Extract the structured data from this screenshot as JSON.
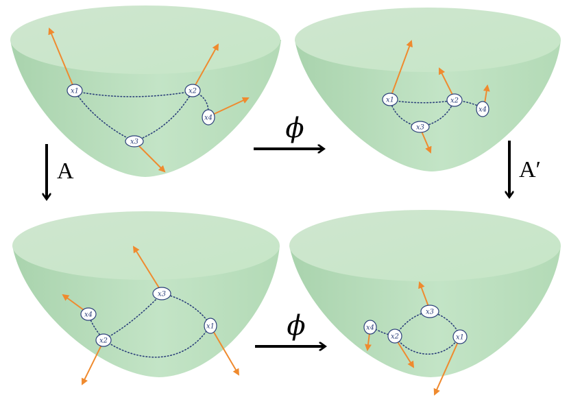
{
  "colors": {
    "cone_rim": "#d7ead6",
    "cone_side_light": "#c3e4c6",
    "cone_side_dark": "#aed6b2",
    "vector": "#ef8a2e",
    "node_stroke": "#2b3f7a",
    "edge": "#2b3f7a",
    "arrow": "#000000"
  },
  "labels": {
    "phi_top": "ϕ",
    "phi_bottom": "ϕ",
    "A_left": "A",
    "A_right": "A′"
  },
  "panels": [
    {
      "id": "top-left",
      "nodes": [
        {
          "id": "x1",
          "label": "x1"
        },
        {
          "id": "x2",
          "label": "x2"
        },
        {
          "id": "x3",
          "label": "x3"
        },
        {
          "id": "x4",
          "label": "x4"
        }
      ]
    },
    {
      "id": "top-right",
      "nodes": [
        {
          "id": "x1",
          "label": "x1"
        },
        {
          "id": "x2",
          "label": "x2"
        },
        {
          "id": "x3",
          "label": "x3"
        },
        {
          "id": "x4",
          "label": "x4"
        }
      ]
    },
    {
      "id": "bottom-left",
      "nodes": [
        {
          "id": "x4",
          "label": "x4"
        },
        {
          "id": "x2",
          "label": "x2"
        },
        {
          "id": "x3",
          "label": "x3"
        },
        {
          "id": "x1",
          "label": "x1"
        }
      ]
    },
    {
      "id": "bottom-right",
      "nodes": [
        {
          "id": "x4",
          "label": "x4"
        },
        {
          "id": "x2",
          "label": "x2"
        },
        {
          "id": "x3",
          "label": "x3"
        },
        {
          "id": "x1",
          "label": "x1"
        }
      ]
    }
  ]
}
